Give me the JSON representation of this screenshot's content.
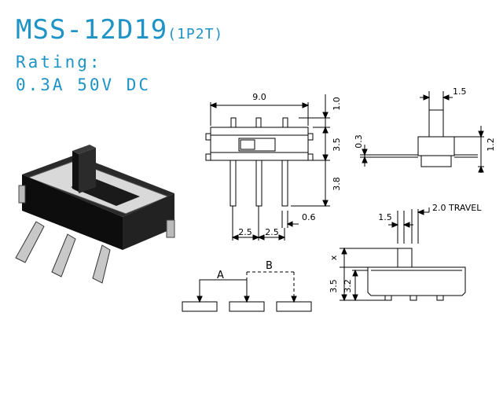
{
  "title": {
    "model": "MSS-12D19",
    "pole": "(1P2T)"
  },
  "rating_label": "Rating:",
  "rating_value": "0.3A  50V  DC",
  "front_view": {
    "width": "9.0",
    "pin_top": "1.0",
    "body_height": "3.5",
    "pin_length": "3.8",
    "pin_width": "0.6",
    "pitch_left": "2.5",
    "pitch_right": "2.5"
  },
  "side_view": {
    "actuator_width": "1.5",
    "pin_thickness": "0.3",
    "body_offset": "1.2"
  },
  "top_view": {
    "actuator_width": "1.5",
    "travel": "2.0 TRAVEL",
    "lever_height": "x",
    "total_height": "3.5",
    "body_height": "3.2"
  },
  "schematic": {
    "position_a": "A",
    "position_b": "B"
  }
}
